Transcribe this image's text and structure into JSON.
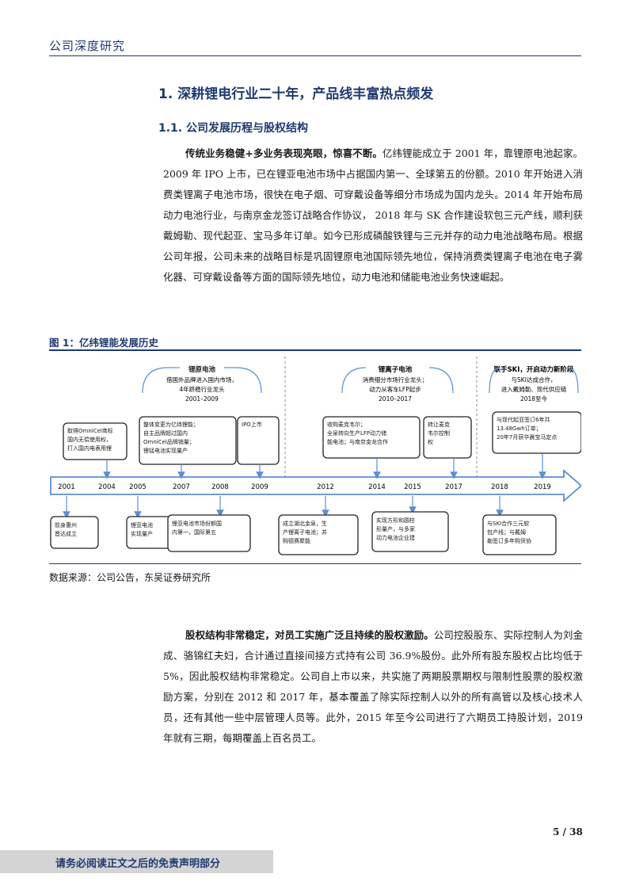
{
  "header": {
    "title": "公司深度研究"
  },
  "section": {
    "h1": "1.  深耕锂电行业二十年，产品线丰富热点频发",
    "h2": "1.1.  公司发展历程与股权结构"
  },
  "para1": {
    "bold": "传统业务稳健+多业务表现亮眼，惊喜不断。",
    "text": "亿纬锂能成立于 2001 年，靠锂原电池起家。2009 年 IPO 上市，已在锂亚电池市场中占据国内第一、全球第五的份额。2010 年开始进入消费类锂离子电池市场，很快在电子烟、可穿戴设备等细分市场成为国内龙头。2014 年开始布局动力电池行业，与南京金龙签订战略合作协议，  2018 年与 SK 合作建设软包三元产线，顺利获戴姆勒、现代起亚、宝马多年订单。如今已形成磷酸铁锂与三元并存的动力电池战略布局。根据公司年报，公司未来的战略目标是巩固锂原电池国际领先地位，保持消费类锂离子电池在电子雾化器、可穿戴设备等方面的国际领先地位，动力电池和储能电池业务快速崛起。"
  },
  "figure": {
    "title": "图 1：亿纬锂能发展历史",
    "source": "数据来源：公司公告，东吴证券研究所",
    "years": [
      "2001",
      "2004",
      "2005",
      "2007",
      "2008",
      "2009",
      "2012",
      "2014",
      "2015",
      "2017",
      "2018",
      "2019"
    ],
    "phase1": {
      "title": "锂原电池",
      "l1": "借国外品牌进入国内市场，",
      "l2": "4年跻稳行业龙头",
      "period": "2001–2009"
    },
    "phase2": {
      "title": "锂离子电池",
      "l1": "消费细分市场行业龙头；",
      "l2": "动力从客车LFP起步",
      "period": "2010–2017"
    },
    "phase3": {
      "title": "联手SKI，开启动力新阶段",
      "l1": "与SKI达成合作，",
      "l2": "进入戴姆勒、现代供应链",
      "period": "2018至今"
    },
    "top_boxes": [
      [
        "取得OmniCel商标",
        "国内无偿使用权，",
        "打入国内电表用锂"
      ],
      [
        "整体变更为亿纬锂能；",
        "自主品牌超过国内",
        "OmniCel品牌销量；",
        "锂锰电池实现量产"
      ],
      [
        "IPO上市"
      ],
      [
        "收购麦克韦尔；",
        "全泉转向生产LFP动力储",
        "能电池；与南京金龙合作"
      ],
      [
        "转让麦克",
        "韦尔控制",
        "权"
      ],
      [
        "与现代起亚签订6年共",
        "13.48Gwh订单；",
        "20年7月获华晨宝马定点"
      ]
    ],
    "bottom_boxes": [
      [
        "前身惠州",
        "晋达成立"
      ],
      [
        "锂亚电池",
        "实现量产"
      ],
      [
        "锂亚电池市场份额国",
        "内第一，国际第五"
      ],
      [
        "成立湖北金泉，生",
        "产锂离子电池；并",
        "购德赛聚能"
      ],
      [
        "实现方形和圆柱",
        "形量产，与多家",
        "动力电池企业建"
      ],
      [
        "与SKI合作三元软",
        "包产线；与戴姆",
        "勒签订多年购货协"
      ]
    ]
  },
  "para2": {
    "bold": "股权结构非常稳定，对员工实施广泛且持续的股权激励。",
    "text": "公司控股股东、实际控制人为刘金成、骆锦红夫妇，合计通过直接间接方式持有公司 36.9%股份。此外所有股东股权占比均低于 5%，因此股权结构非常稳定。公司自上市以来，共实施了两期股票期权与限制性股票的股权激励方案，分别在 2012 和 2017 年，基本覆盖了除实际控制人以外的所有高管以及核心技术人员，还有其他一些中层管理人员等。此外，2015 年至今公司进行了六期员工持股计划，2019 年就有三期，每期覆盖上百名员工。"
  },
  "footer": {
    "page": "5 / 38",
    "disclaimer": "请务必阅读正文之后的免责声明部分"
  }
}
